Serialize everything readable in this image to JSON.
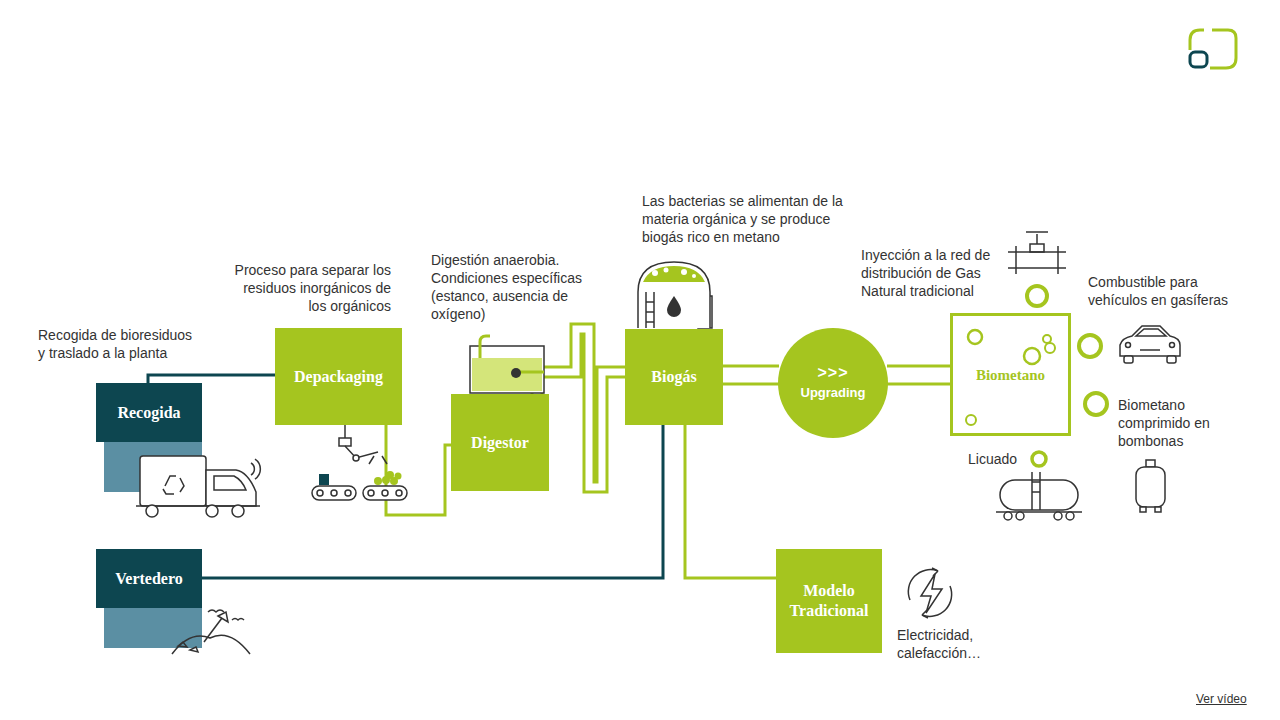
{
  "diagram": {
    "nodes": [
      {
        "text": [
          "Recogida"
        ]
      },
      {
        "text": [
          "Depackaging"
        ]
      },
      {
        "text": [
          "Digestor"
        ]
      },
      {
        "text": [
          "Biogás"
        ]
      },
      {
        "text": [
          ">>>",
          "Upgrading"
        ]
      },
      {
        "text": [
          "Biometano"
        ]
      },
      {
        "text": [
          "Vertedero"
        ]
      },
      {
        "text": [
          "Modelo Tradicional"
        ]
      }
    ],
    "edges": [
      {
        "from": 0,
        "to": 1,
        "arrow": "none"
      },
      {
        "from": 1,
        "to": 2,
        "arrow": "none"
      },
      {
        "from": 2,
        "to": 3,
        "arrow": "none"
      },
      {
        "from": 6,
        "to": 3,
        "arrow": "none"
      },
      {
        "from": 3,
        "to": 4,
        "arrow": "none"
      },
      {
        "from": 4,
        "to": 5,
        "arrow": "none"
      },
      {
        "from": 3,
        "to": 7,
        "arrow": "none"
      }
    ],
    "labels": [
      "Recogida de bioresiduos y traslado a la planta",
      "Proceso para separar los residuos inorgánicos de los orgánicos",
      "Digestión anaerobia. Condiciones específicas (estanco, ausencia de oxígeno)",
      "Las bacterias se alimentan de la materia orgánica y se produce biogás rico en metano",
      "Inyección a la red de distribución de Gas Natural tradicional",
      "Combustible para vehículos en gasíferas",
      "Biometano comprimido en bombonas",
      "Licuado",
      "Electricidad, calefacción…",
      "Ver vídeo"
    ]
  }
}
